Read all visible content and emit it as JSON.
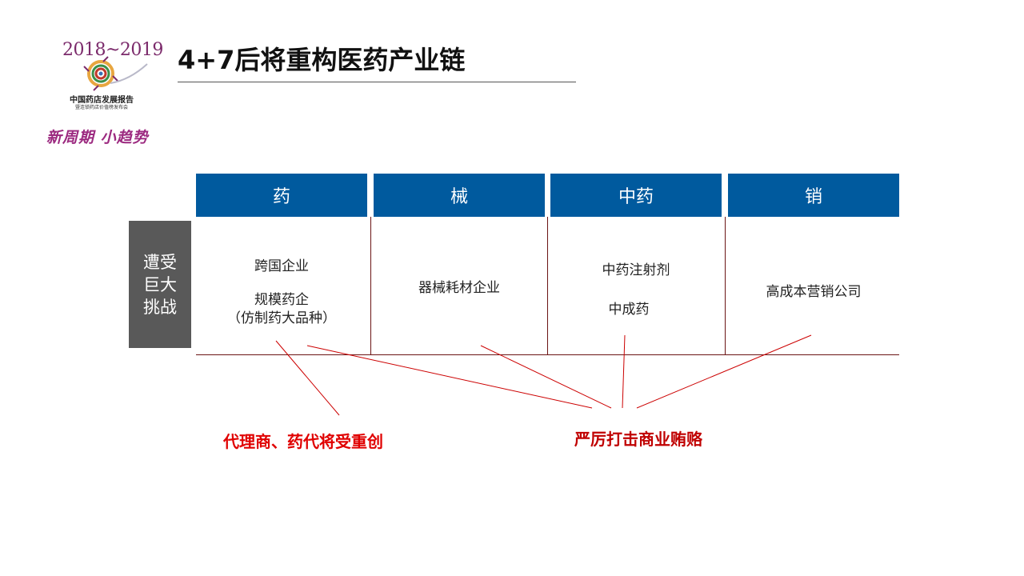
{
  "logo": {
    "year": "2018~2019",
    "title": "中国药店发展报告",
    "subtitle": "暨连锁药店价值榜发布会",
    "slogan": "新周期 小趋势"
  },
  "slide": {
    "title": "4+7后将重构医药产业链"
  },
  "table": {
    "headers": [
      "药",
      "械",
      "中药",
      "销"
    ],
    "row_label": "遭受巨大挑战",
    "col1": {
      "line1": "跨国企业",
      "line2": "规模药企",
      "line3": "（仿制药大品种）"
    },
    "col2": {
      "line1": "器械耗材企业"
    },
    "col3": {
      "line1": "中药注射剂",
      "line2": "中成药"
    },
    "col4": {
      "line1": "高成本营销公司"
    }
  },
  "callouts": {
    "left": "代理商、药代将受重创",
    "right": "严厉打击商业贿赂"
  },
  "colors": {
    "header_blue": "#005a9e",
    "side_gray": "#595959",
    "callout_red": "#e00000",
    "line_red": "#cc0000",
    "rule_dark_red": "#6b1414"
  }
}
